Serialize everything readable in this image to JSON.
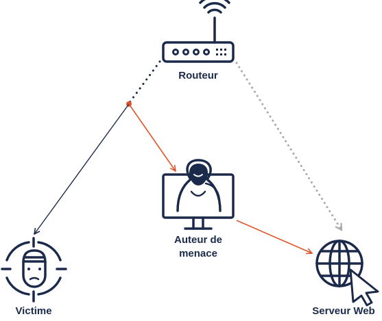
{
  "nodes": {
    "router": {
      "label": "Routeur",
      "icon": "router-icon"
    },
    "attacker": {
      "label_line1": "Auteur de",
      "label_line2": "menace",
      "icon": "hooded-hacker-monitor-icon"
    },
    "victim": {
      "label": "Victime",
      "icon": "person-target-icon"
    },
    "server": {
      "label": "Serveur Web",
      "icon": "globe-cursor-icon"
    }
  },
  "colors": {
    "ink": "#1b2a4a",
    "attack": "#e0552a",
    "inactive": "#a9a9a9"
  }
}
